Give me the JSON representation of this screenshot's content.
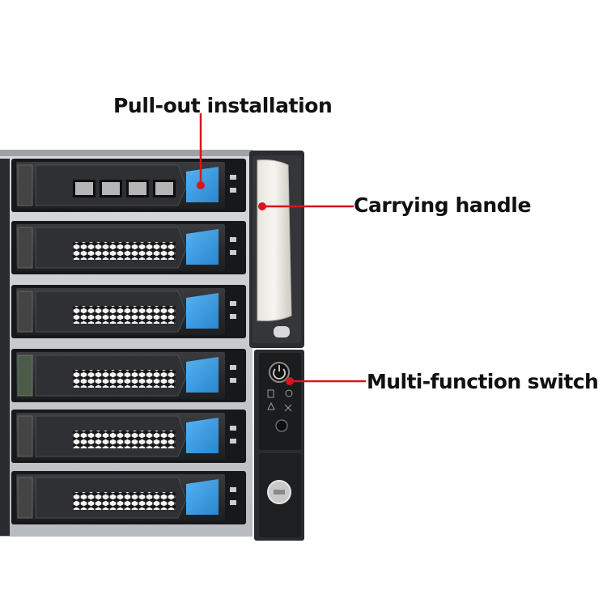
{
  "callouts": {
    "pull_out": "Pull-out installation",
    "carrying_handle": "Carrying handle",
    "multi_function_switch": "Multi-function switch"
  },
  "colors": {
    "callout_line": "#d8151e",
    "tray_release_latch": "#3a9be0",
    "chassis": "#c8ccd0",
    "tray_body": "#2b2d30"
  },
  "icons": [
    "power-icon",
    "drive-status-icon",
    "network-icon",
    "usb-icon",
    "alarm-icon",
    "reset-button-icon",
    "lock-icon"
  ]
}
